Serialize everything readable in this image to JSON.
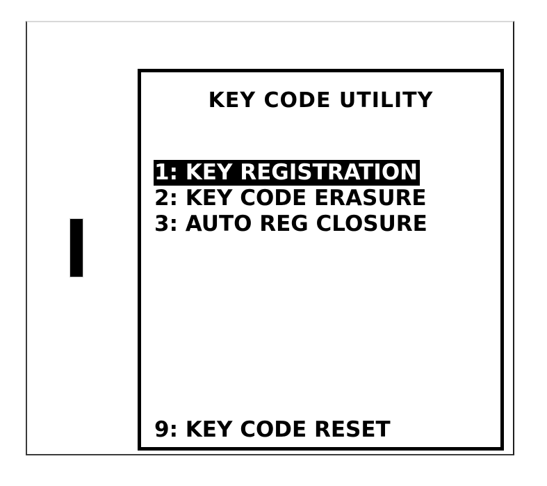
{
  "device": {
    "name": "handheld-diagnostic-scan-tool",
    "bezel_color": "#ffffff",
    "side_button_marker_color": "#000000"
  },
  "screen": {
    "background_color": "#ffffff",
    "foreground_color": "#000000",
    "highlight_background_color": "#000000",
    "highlight_text_color": "#ffffff",
    "border_color": "#000000",
    "title": "KEY CODE UTILITY"
  },
  "menu": {
    "items": [
      {
        "key": "1",
        "label": "1: KEY REGISTRATION",
        "selected": true
      },
      {
        "key": "2",
        "label": "2: KEY CODE ERASURE",
        "selected": false
      },
      {
        "key": "3",
        "label": "3: AUTO REG CLOSURE",
        "selected": false
      }
    ],
    "footer_item": {
      "key": "9",
      "label": "9: KEY CODE RESET",
      "selected": false
    }
  }
}
